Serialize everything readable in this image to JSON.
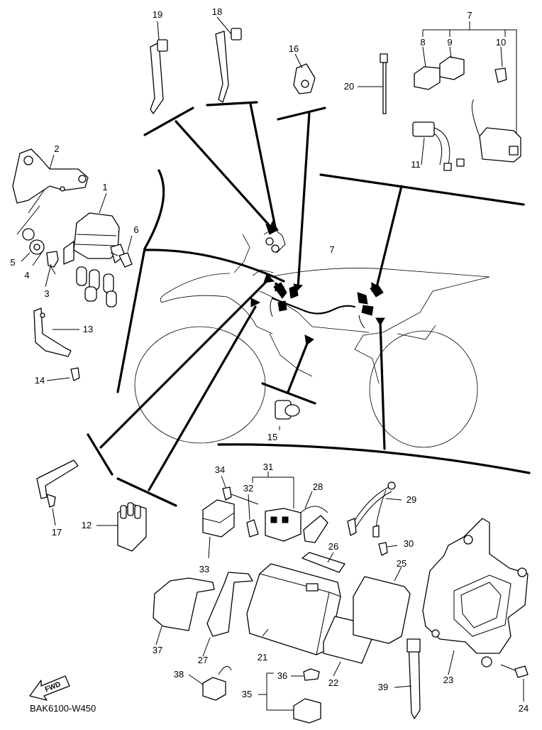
{
  "diagram_code": "BAK6100-W450",
  "fwd_label": "FWD",
  "callouts": [
    "1",
    "2",
    "3",
    "4",
    "5",
    "6",
    "7",
    "7",
    "8",
    "9",
    "10",
    "11",
    "12",
    "13",
    "14",
    "15",
    "16",
    "17",
    "18",
    "19",
    "20",
    "21",
    "22",
    "23",
    "24",
    "25",
    "26",
    "27",
    "28",
    "29",
    "30",
    "31",
    "32",
    "33",
    "34",
    "35",
    "36",
    "37",
    "38",
    "39"
  ]
}
